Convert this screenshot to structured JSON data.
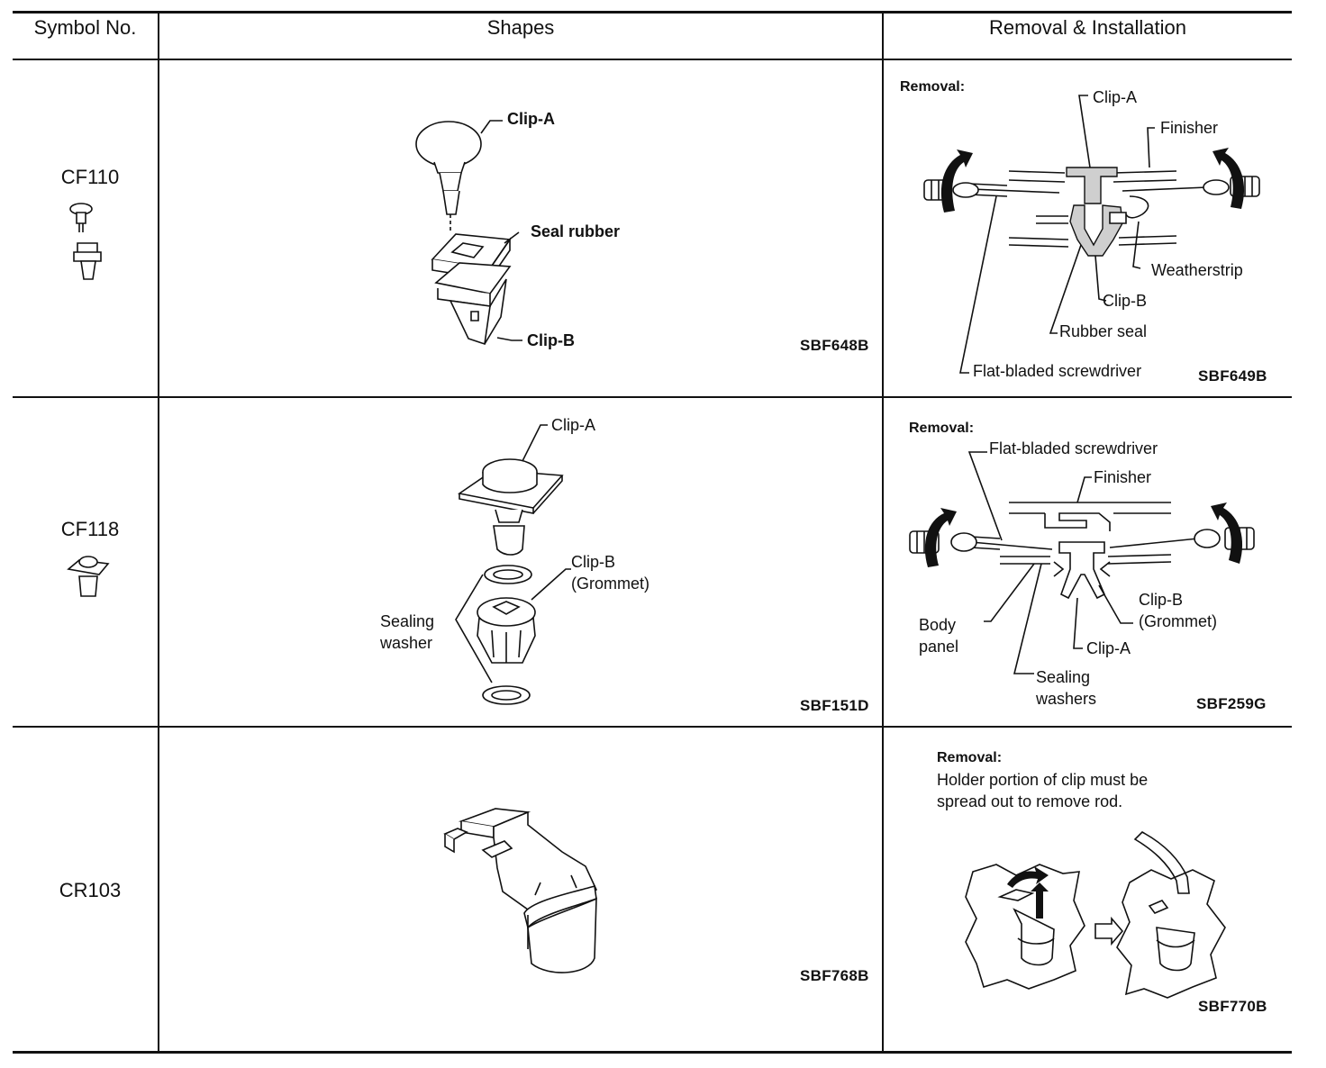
{
  "headers": {
    "symbol": "Symbol No.",
    "shapes": "Shapes",
    "removal": "Removal & Installation"
  },
  "rows": [
    {
      "symbol": "CF110",
      "shape_code": "SBF648B",
      "shape_labels": {
        "clip_a": "Clip-A",
        "seal": "Seal rubber",
        "clip_b": "Clip-B"
      },
      "removal": {
        "title": "Removal:",
        "labels": {
          "clip_a": "Clip-A",
          "finisher": "Finisher",
          "weatherstrip": "Weatherstrip",
          "clip_b": "Clip-B",
          "rubber_seal": "Rubber seal",
          "screwdriver": "Flat-bladed screwdriver"
        },
        "code": "SBF649B"
      }
    },
    {
      "symbol": "CF118",
      "shape_code": "SBF151D",
      "shape_labels": {
        "clip_a": "Clip-A",
        "clip_b1": "Clip-B",
        "clip_b2": "(Grommet)",
        "washer1": "Sealing",
        "washer2": "washer"
      },
      "removal": {
        "title": "Removal:",
        "labels": {
          "screwdriver": "Flat-bladed screwdriver",
          "finisher": "Finisher",
          "body1": "Body",
          "body2": "panel",
          "clip_b1": "Clip-B",
          "clip_b2": "(Grommet)",
          "clip_a": "Clip-A",
          "washers1": "Sealing",
          "washers2": "washers"
        },
        "code": "SBF259G"
      }
    },
    {
      "symbol": "CR103",
      "shape_code": "SBF768B",
      "removal": {
        "title": "Removal:",
        "text1": "Holder portion of clip must be",
        "text2": "spread out to remove rod.",
        "code": "SBF770B"
      }
    }
  ]
}
